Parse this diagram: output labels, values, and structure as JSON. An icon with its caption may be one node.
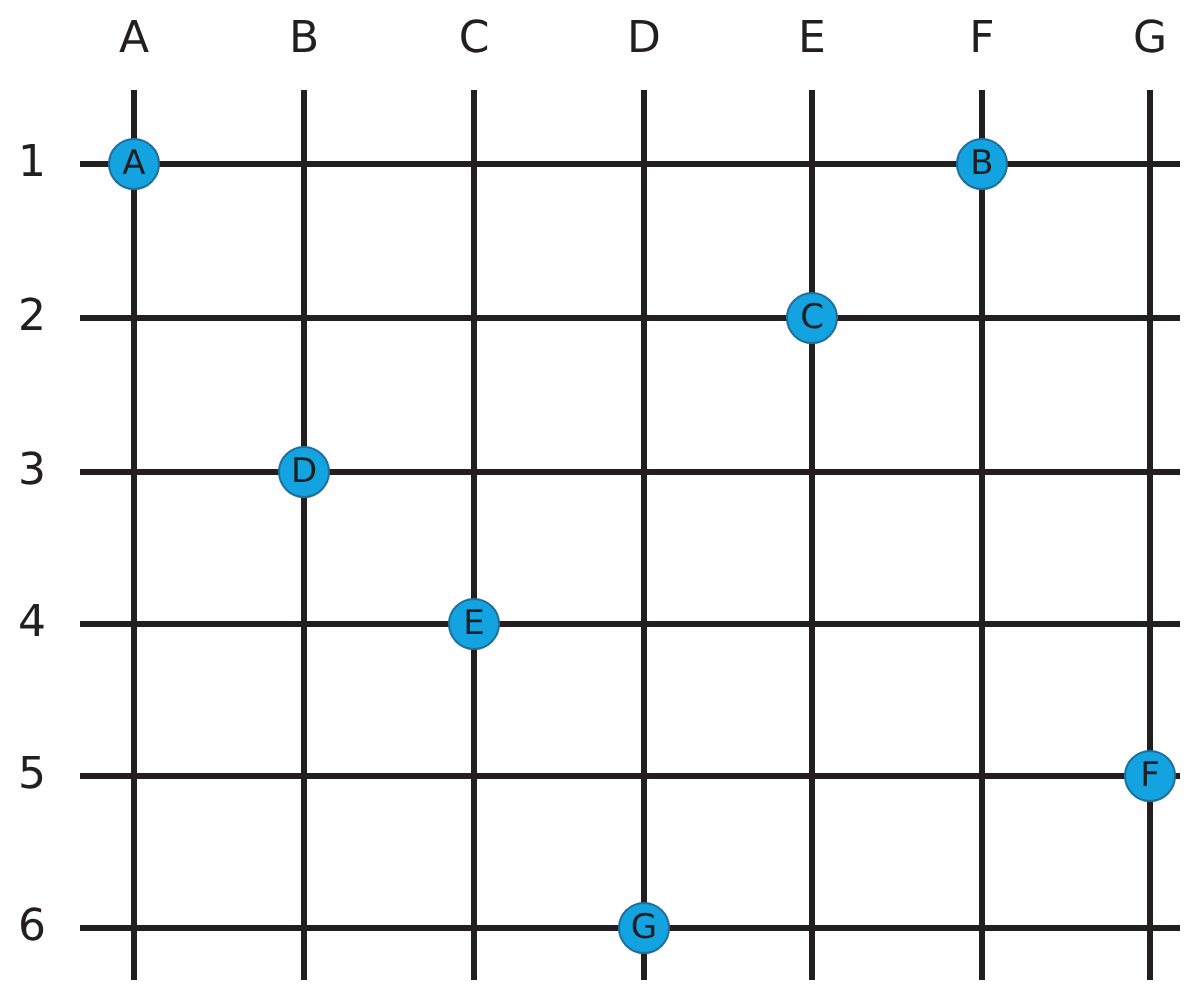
{
  "diagram": {
    "nodes": [
      {
        "text": [
          "A"
        ]
      },
      {
        "text": [
          "B"
        ]
      },
      {
        "text": [
          "C"
        ]
      },
      {
        "text": [
          "D"
        ]
      },
      {
        "text": [
          "E"
        ]
      },
      {
        "text": [
          "F"
        ]
      },
      {
        "text": [
          "G"
        ]
      }
    ],
    "labels": [
      "A",
      "B",
      "C",
      "D",
      "E",
      "F",
      "G",
      "1",
      "2",
      "3",
      "4",
      "5",
      "6"
    ]
  }
}
